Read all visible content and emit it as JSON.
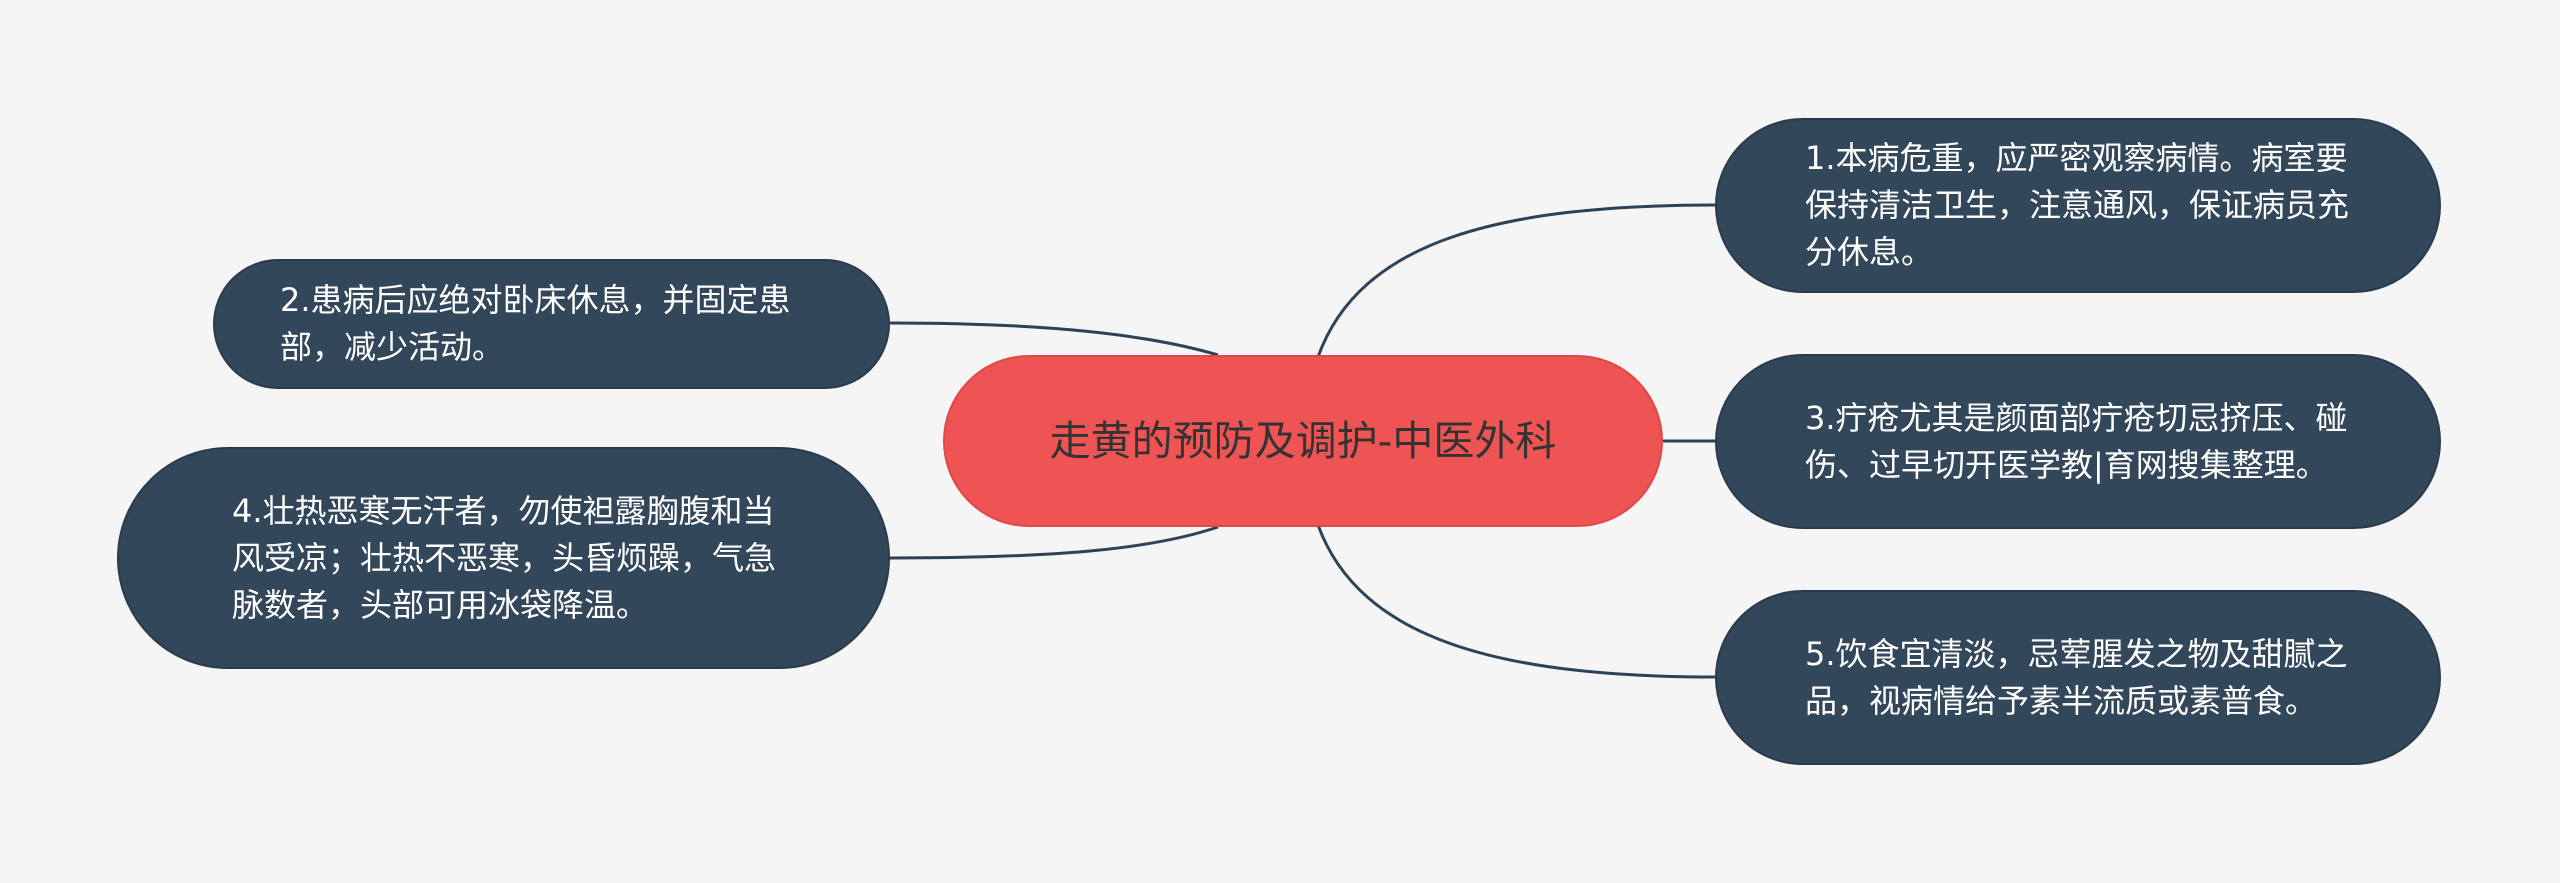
{
  "mindmap": {
    "central_topic": "走黄的预防及调护-中医外科",
    "branches": [
      {
        "id": "node-1",
        "text": "1.本病危重，应严密观察病情。病室要保持清洁卫生，注意通风，保证病员充分休息。"
      },
      {
        "id": "node-2",
        "text": "2.患病后应绝对卧床休息，并固定患部，减少活动。"
      },
      {
        "id": "node-3",
        "text": "3.疔疮尤其是颜面部疔疮切忌挤压、碰伤、过早切开医学教|育网搜集整理。"
      },
      {
        "id": "node-4",
        "text": "4.壮热恶寒无汗者，勿使袒露胸腹和当风受凉；壮热不恶寒，头昏烦躁，气急脉数者，头部可用冰袋降温。"
      },
      {
        "id": "node-5",
        "text": "5.饮食宜清淡，忌荤腥发之物及甜腻之品，视病情给予素半流质或素普食。"
      }
    ]
  },
  "colors": {
    "background": "#f5f5f5",
    "central_fill": "#ef5454",
    "central_text": "#333333",
    "branch_fill": "#33475b",
    "branch_text": "#ffffff",
    "connector": "#2f4356"
  }
}
